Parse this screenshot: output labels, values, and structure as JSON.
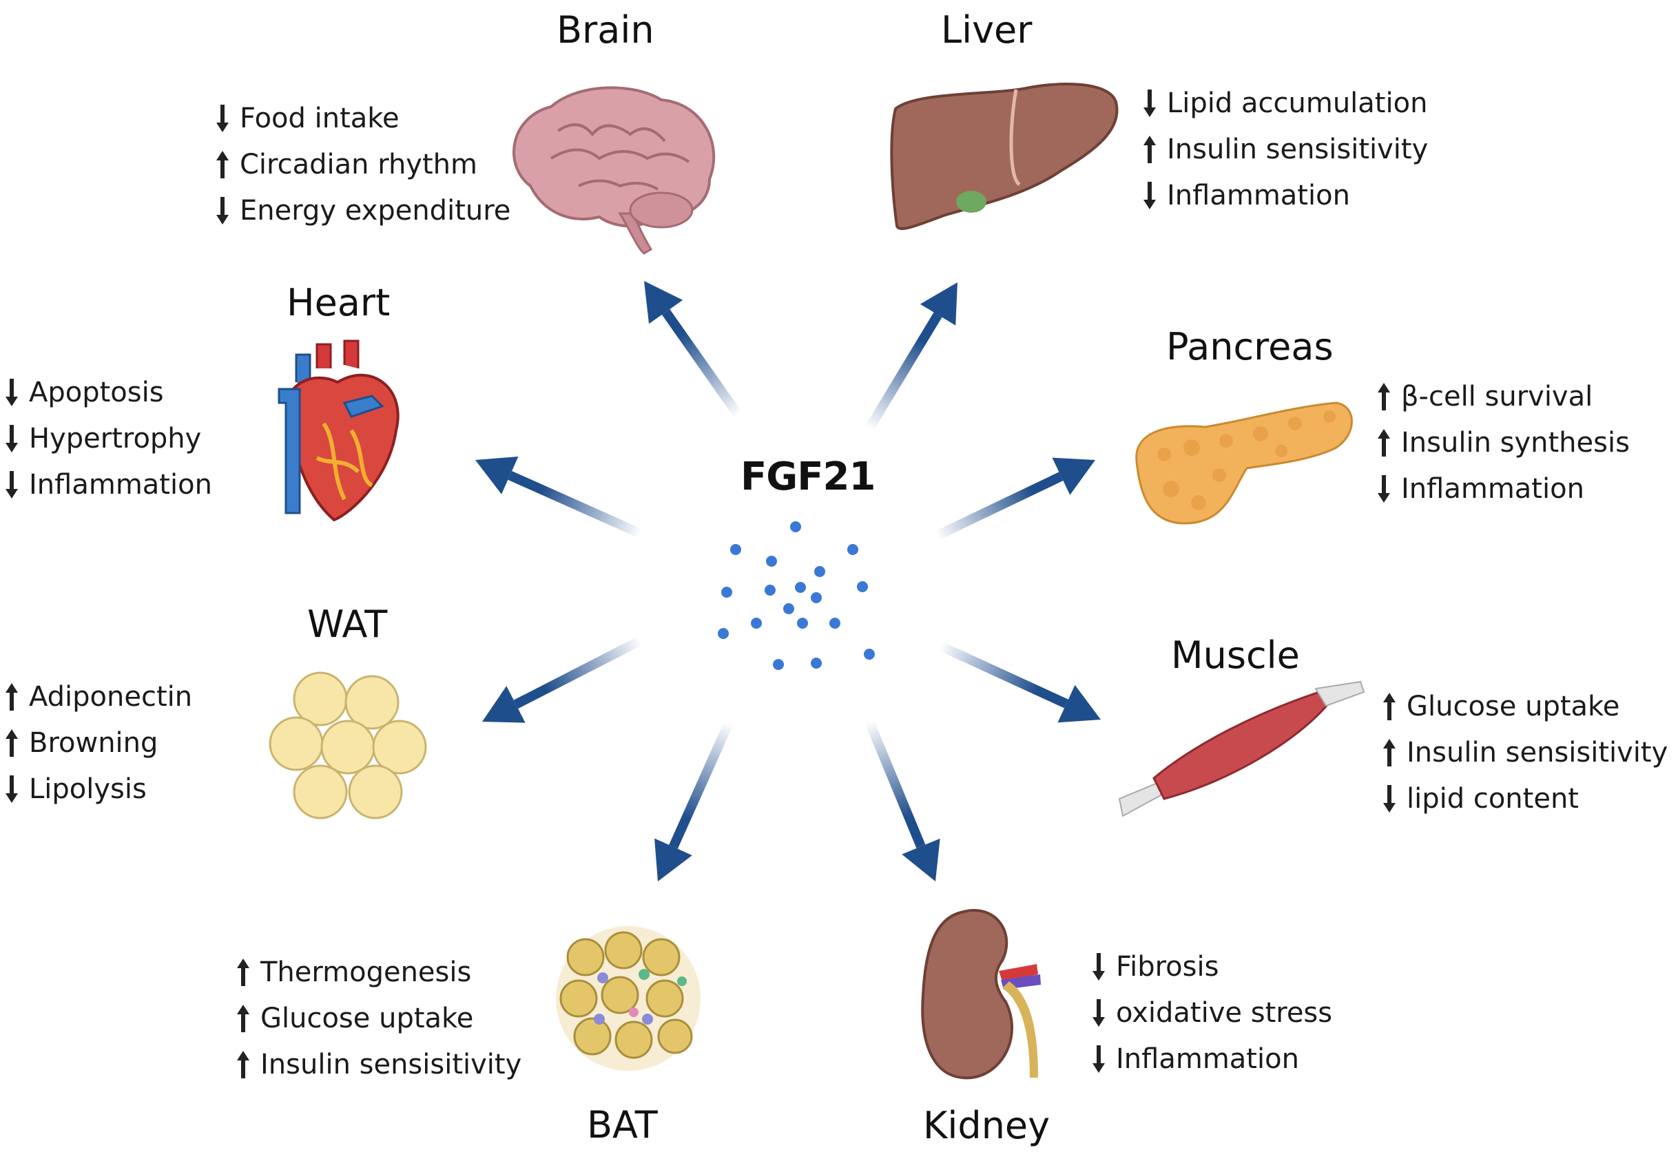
{
  "center": {
    "label": "FGF21"
  },
  "organs": [
    {
      "name": "Brain",
      "effects": [
        {
          "dir": "down",
          "text": "Food intake"
        },
        {
          "dir": "up",
          "text": "Circadian rhythm"
        },
        {
          "dir": "down",
          "text": "Energy expenditure"
        }
      ]
    },
    {
      "name": "Liver",
      "effects": [
        {
          "dir": "down",
          "text": "Lipid accumulation"
        },
        {
          "dir": "up",
          "text": "Insulin sensisitivity"
        },
        {
          "dir": "down",
          "text": "Inflammation"
        }
      ]
    },
    {
      "name": "Heart",
      "effects": [
        {
          "dir": "down",
          "text": "Apoptosis"
        },
        {
          "dir": "down",
          "text": "Hypertrophy"
        },
        {
          "dir": "down",
          "text": "Inflammation"
        }
      ]
    },
    {
      "name": "Pancreas",
      "effects": [
        {
          "dir": "up",
          "text": "β-cell survival"
        },
        {
          "dir": "up",
          "text": "Insulin synthesis"
        },
        {
          "dir": "down",
          "text": "Inflammation"
        }
      ]
    },
    {
      "name": "WAT",
      "effects": [
        {
          "dir": "up",
          "text": "Adiponectin"
        },
        {
          "dir": "up",
          "text": "Browning"
        },
        {
          "dir": "down",
          "text": "Lipolysis"
        }
      ]
    },
    {
      "name": "Muscle",
      "effects": [
        {
          "dir": "up",
          "text": "Glucose uptake"
        },
        {
          "dir": "up",
          "text": "Insulin sensisitivity"
        },
        {
          "dir": "down",
          "text": "lipid content"
        }
      ]
    },
    {
      "name": "BAT",
      "effects": [
        {
          "dir": "up",
          "text": "Thermogenesis"
        },
        {
          "dir": "up",
          "text": "Glucose uptake"
        },
        {
          "dir": "up",
          "text": "Insulin sensisitivity"
        }
      ]
    },
    {
      "name": "Kidney",
      "effects": [
        {
          "dir": "down",
          "text": "Fibrosis"
        },
        {
          "dir": "down",
          "text": "oxidative stress"
        },
        {
          "dir": "down",
          "text": "Inflammation"
        }
      ]
    }
  ],
  "colors": {
    "arrow": "#1f4e8c",
    "dots": "#3a78d6"
  }
}
